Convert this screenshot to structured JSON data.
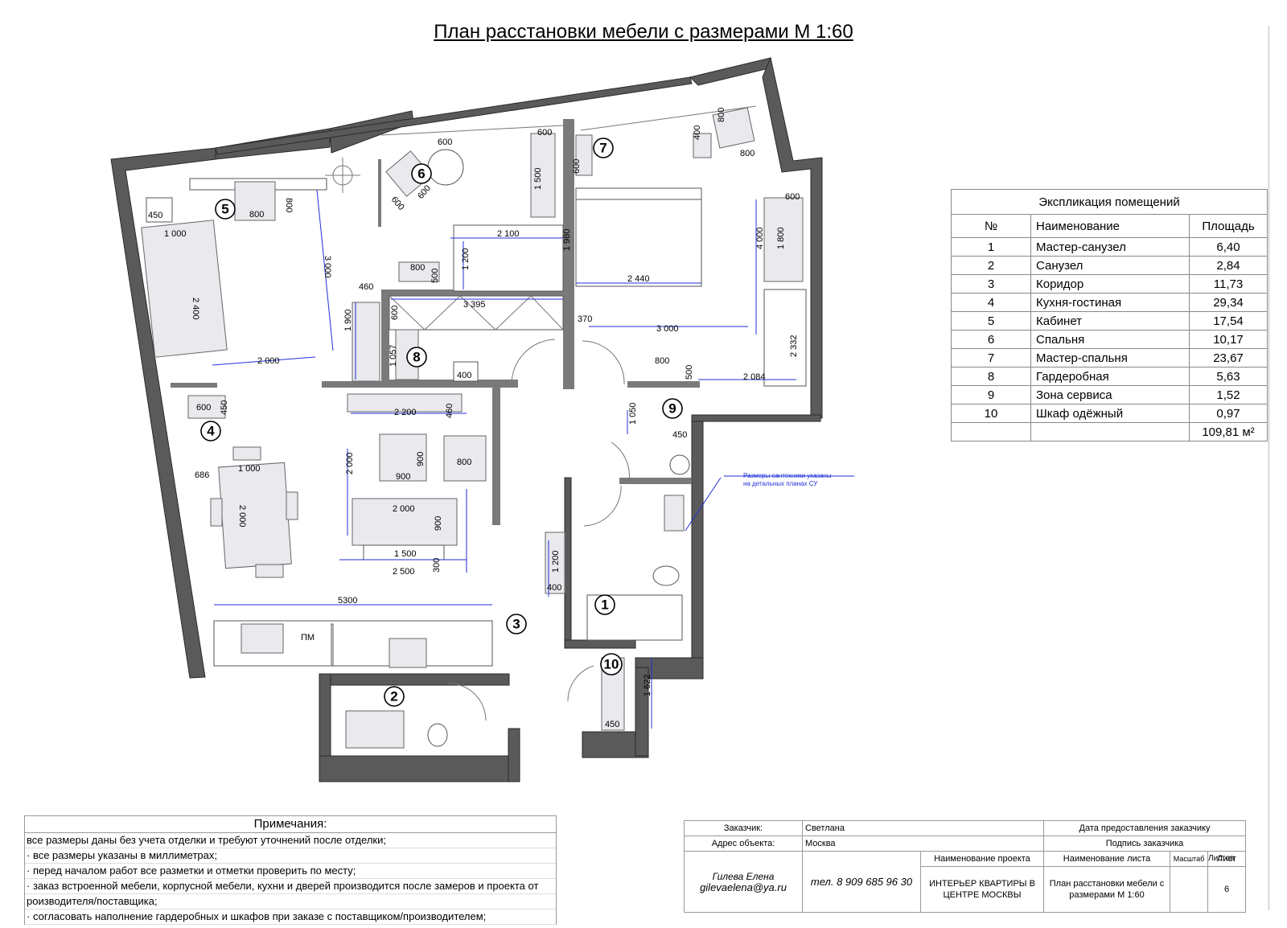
{
  "title": "План расстановки мебели с размерами М 1:60",
  "rooms_markers": [
    "1",
    "2",
    "3",
    "4",
    "5",
    "6",
    "7",
    "8",
    "9",
    "10"
  ],
  "dimensions": {
    "d450a": "450",
    "d1000a": "1 000",
    "d2400": "2 400",
    "d2000a": "2 000",
    "d1900": "1 900",
    "d3000a": "3 000",
    "d800a": "800",
    "d800b": "800",
    "d600a": "600",
    "d600b": "600",
    "d600c": "600",
    "d600d": "600",
    "d460a": "460",
    "d600e": "600",
    "d1057": "1 057",
    "d3395": "3 395",
    "d400a": "400",
    "d2200": "2 200",
    "d460b": "460",
    "d800c": "800",
    "d500a": "500",
    "d2100": "2 100",
    "d1200a": "1 200",
    "d1500": "1 500",
    "d600f": "600",
    "d1980": "1 980",
    "d2440": "2 440",
    "d370": "370",
    "d3000b": "3 000",
    "d800d": "800",
    "d500b": "500",
    "d2084": "2 084",
    "d4000": "4 000",
    "d1800": "1 800",
    "d2332": "2 332",
    "d600g": "600",
    "d400b": "400",
    "d800e": "800",
    "d800f": "800",
    "d600h": "600",
    "d450b": "450",
    "d686": "686",
    "d1000b": "1 000",
    "d2000b": "2 000",
    "d2000c": "2 000",
    "d900a": "900",
    "d900b": "900",
    "d800g": "800",
    "d2000d": "2 000",
    "d900c": "900",
    "d1500b": "1 500",
    "d2500": "2 500",
    "d300": "300",
    "d5300": "5300",
    "d1050": "1 050",
    "d450c": "450",
    "d1200b": "1 200",
    "d400c": "400",
    "d1622": "1 622",
    "d450d": "450"
  },
  "labels": {
    "pm": "ПМ",
    "sanitary_note_1": "Размеры сантехники указаны",
    "sanitary_note_2": "на детальных планах СУ"
  },
  "explication": {
    "title": "Экспликация помещений",
    "headers": [
      "№",
      "Наименование",
      "Площадь"
    ],
    "rows": [
      [
        "1",
        "Мастер-санузел",
        "6,40"
      ],
      [
        "2",
        "Санузел",
        "2,84"
      ],
      [
        "3",
        "Коридор",
        "11,73"
      ],
      [
        "4",
        "Кухня-гостиная",
        "29,34"
      ],
      [
        "5",
        "Кабинет",
        "17,54"
      ],
      [
        "6",
        "Спальня",
        "10,17"
      ],
      [
        "7",
        "Мастер-спальня",
        "23,67"
      ],
      [
        "8",
        "Гардеробная",
        "5,63"
      ],
      [
        "9",
        "Зона сервиса",
        "1,52"
      ],
      [
        "10",
        "Шкаф одёжный",
        "0,97"
      ]
    ],
    "total": "109,81 м²"
  },
  "notes": {
    "title": "Примечания:",
    "items": [
      " все размеры даны без учета отделки и требуют уточнений после отделки;",
      "· все размеры указаны в миллиметрах;",
      "· перед началом работ все разметки и отметки проверить по месту;",
      "· заказ встроенной мебели, корпусной мебели, кухни и дверей производится после замеров и проекта от",
      " роизводителя/поставщика;",
      "· согласовать наполнение гардеробных и шкафов при заказе с поставщиком/производителем;"
    ]
  },
  "titleblock": {
    "customer_label": "Заказчик:",
    "customer": "Светлана",
    "address_label": "Адрес объекта:",
    "address": "Москва",
    "date_label": "Дата предоставления заказчику",
    "sign_label": "Подпись заказчика",
    "project_name_label": "Наименование проекта",
    "sheet_name_label": "Наименование листа",
    "scale_label": "Масштаб",
    "sheet_label": "Лист",
    "sheets_label": "Листов",
    "author": "Гилева Елена",
    "email": "gilevaelena@ya.ru",
    "phone": "тел. 8 909 685 96 30",
    "project_name_1": "ИНТЕРЬЕР КВАРТИРЫ В",
    "project_name_2": "ЦЕНТРЕ МОСКВЫ",
    "sheet_name_1": "План расстановки мебели с",
    "sheet_name_2": "размерами М 1:60",
    "sheet_no": "6"
  }
}
